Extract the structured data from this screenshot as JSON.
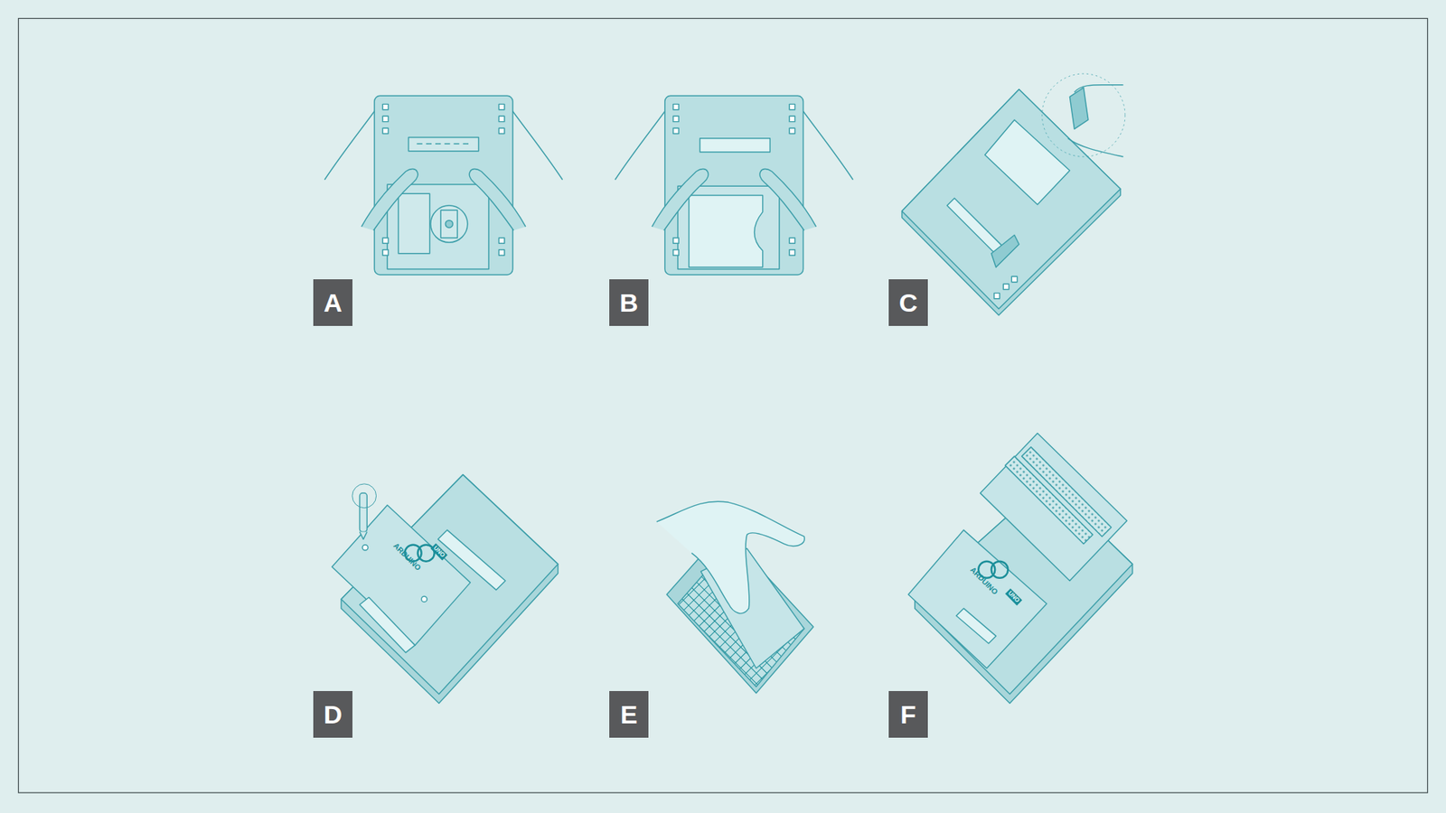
{
  "diagram": {
    "nodes": [
      {
        "text": [
          "A"
        ]
      },
      {
        "text": [
          "B"
        ]
      },
      {
        "text": [
          "C"
        ]
      },
      {
        "text": [
          "D"
        ]
      },
      {
        "text": [
          "E"
        ]
      },
      {
        "text": [
          "F"
        ]
      }
    ],
    "labels": [
      "ARDUINO",
      "UNO",
      "ARDUINO",
      "UNO"
    ]
  }
}
